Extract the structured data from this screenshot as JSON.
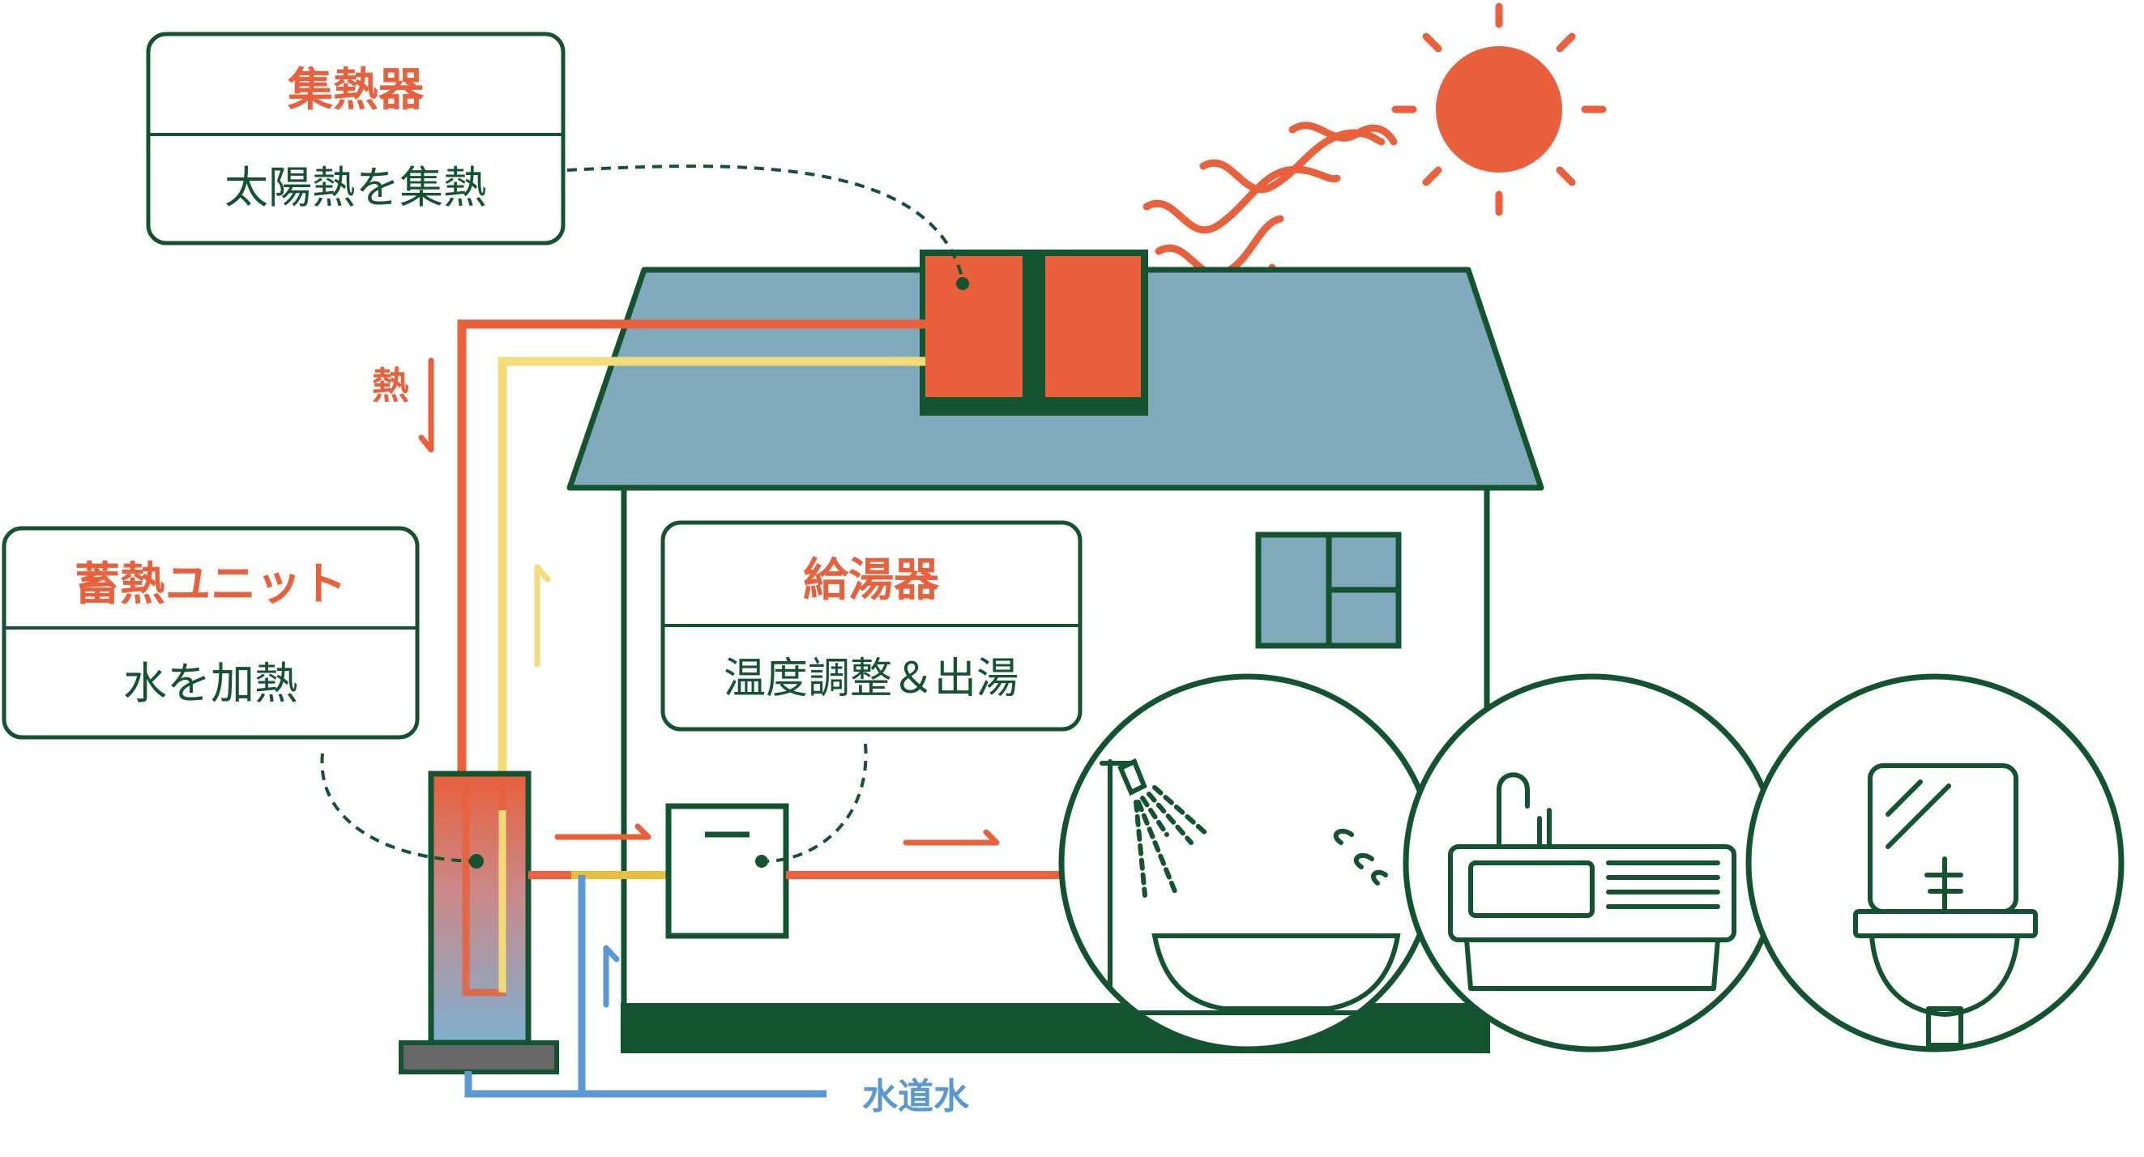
{
  "callouts": {
    "collector": {
      "title": "集熱器",
      "desc": "太陽熱を集熱"
    },
    "storage": {
      "title": "蓄熱ユニット",
      "desc": "水を加熱"
    },
    "heater": {
      "title": "給湯器",
      "desc": "温度調整＆出湯"
    }
  },
  "labels": {
    "heat": "熱",
    "tap_water": "水道水"
  },
  "colors": {
    "dark_green": "#14532f",
    "orange": "#e8603c",
    "yellow": "#f5dc7a",
    "blue": "#5a98d4",
    "roof": "#7eaabb",
    "window": "#7eaabb"
  },
  "icons": [
    "sun-icon",
    "heat-wave-icon",
    "shower-bath-icon",
    "kitchen-sink-icon",
    "washbasin-icon"
  ]
}
